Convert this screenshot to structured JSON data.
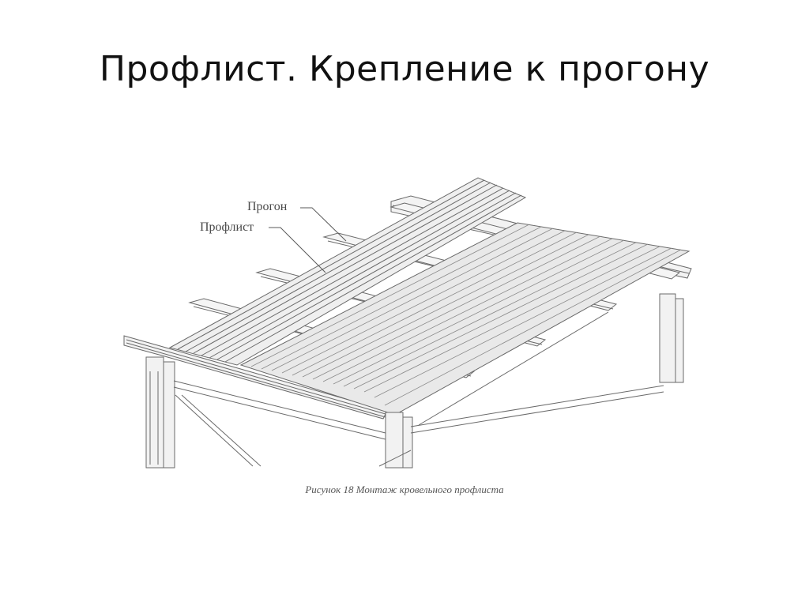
{
  "slide": {
    "title": "Профлист. Крепление к прогону"
  },
  "figure": {
    "label_purlin": "Прогон",
    "label_profile_sheet": "Профлист",
    "caption": "Рисунок 18 Монтаж кровельного профлиста"
  }
}
